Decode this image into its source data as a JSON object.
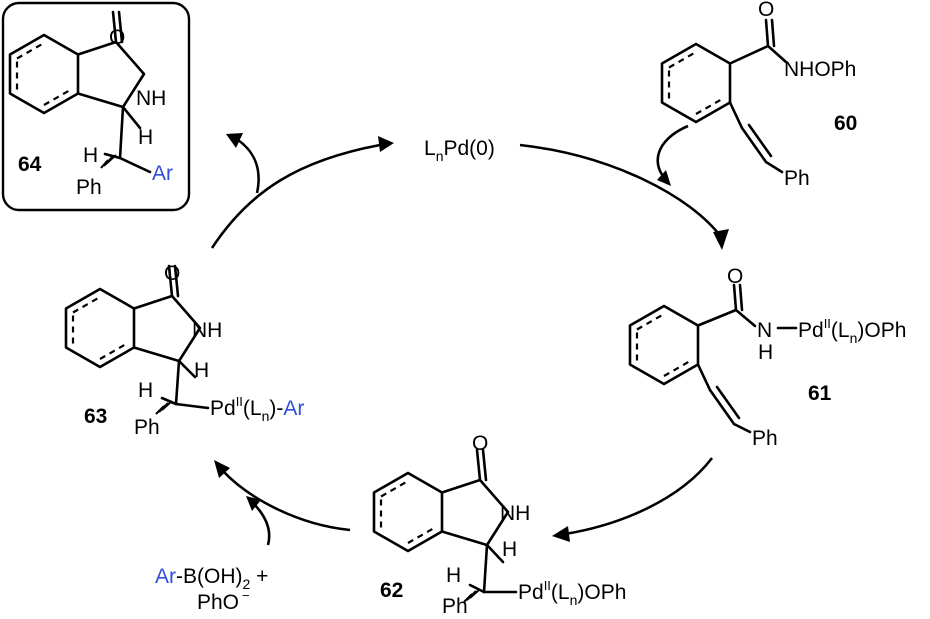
{
  "catalyst": {
    "L": "L",
    "sub_n": "n",
    "rest": "Pd(0)"
  },
  "cmpd60": {
    "number": "60",
    "o": "O",
    "amide": "NHOPh",
    "ph": "Ph"
  },
  "cmpd61": {
    "number": "61",
    "o": "O",
    "n": "N",
    "pd": "Pd",
    "sup": "II",
    "ligand_open": "(L",
    "sub_n": "n",
    "ligand_close": ")OPh",
    "h": "H",
    "ph": "Ph"
  },
  "cmpd62": {
    "number": "62",
    "o": "O",
    "nh": "NH",
    "h": "H",
    "h2": "H",
    "ph": "Ph",
    "pd": "Pd",
    "sup": "II",
    "ligand_open": "(L",
    "sub_n": "n",
    "ligand_close": ")OPh"
  },
  "cmpd63": {
    "number": "63",
    "o": "O",
    "nh": "NH",
    "h": "H",
    "h2": "H",
    "ph": "Ph",
    "pd": "Pd",
    "sup": "II",
    "ligand_open": "(L",
    "sub_n": "n",
    "ligand_close": ")-",
    "ar": "Ar"
  },
  "cmpd64": {
    "number": "64",
    "o": "O",
    "nh": "NH",
    "h": "H",
    "h2": "H",
    "ph": "Ph",
    "ar": "Ar"
  },
  "reagents": {
    "ar": "Ar",
    "boronic": "-B(OH)",
    "sub2": "2",
    "plus": " +",
    "phenoxide": "PhO",
    "minus": "−"
  },
  "colors": {
    "highlight": "#2f4fd6",
    "ink": "#000000"
  }
}
